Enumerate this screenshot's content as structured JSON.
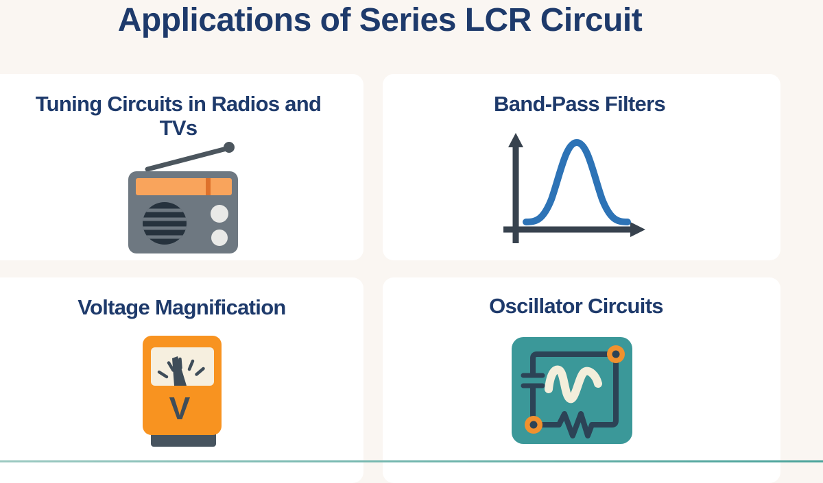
{
  "title": "Applications of Series LCR Circuit",
  "cards": [
    {
      "id": "tuning-circuits",
      "icon": "radio-icon",
      "label": "Tuning Circuits in Radios and TVs",
      "lines": [
        "Tuning Circuits in Radios and",
        "TVs"
      ]
    },
    {
      "id": "band-pass-filters",
      "icon": "band-pass-curve-icon",
      "label": "Band-Pass Filters",
      "lines": [
        "Band-Pass Filters"
      ]
    },
    {
      "id": "voltage-magnification",
      "icon": "voltmeter-icon",
      "label": "Voltage Magnification",
      "lines": [
        "Voltage Magnification"
      ]
    },
    {
      "id": "oscillator-circuits",
      "icon": "oscillator-circuit-icon",
      "label": "Oscillator Circuits",
      "lines": [
        "Oscillator Circuits"
      ]
    }
  ],
  "voltmeter": {
    "unit_label": "V"
  },
  "colors": {
    "background": "#FAF6F2",
    "card": "#FFFFFF",
    "heading_navy": "#1E3A6B",
    "radio_body_gray": "#6E7881",
    "radio_band_orange": "#F9A45C",
    "radio_marker_orange": "#DE712B",
    "graph_axis_slate": "#37424E",
    "graph_curve_blue": "#2D73B6",
    "voltmeter_orange": "#F89320",
    "voltmeter_dial_cream": "#F6EFDF",
    "voltmeter_dark_slate": "#3F4D59",
    "oscillator_teal": "#3B9899",
    "oscillator_wire_navy": "#2C4356",
    "oscillator_node_orange": "#F0912E",
    "oscillator_wave_cream": "#F3EEDB"
  }
}
